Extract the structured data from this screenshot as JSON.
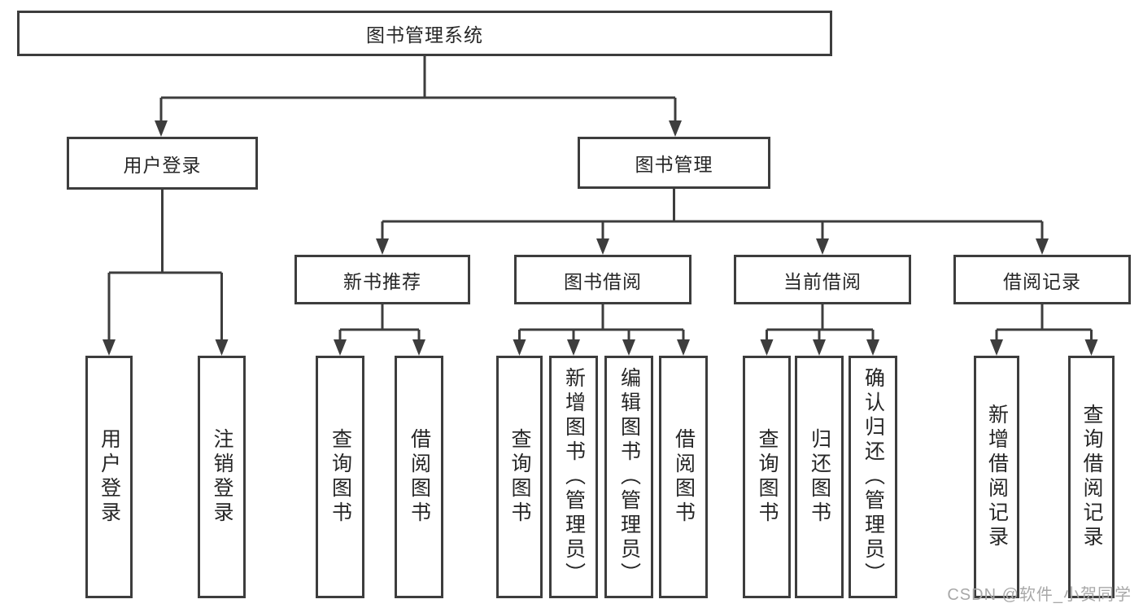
{
  "diagram": {
    "title_node": {
      "label": "图书管理系统"
    },
    "level2": [
      {
        "id": "user-login",
        "label": "用户登录"
      },
      {
        "id": "book-management",
        "label": "图书管理"
      }
    ],
    "level3": [
      {
        "id": "new-book-recommend",
        "label": "新书推荐"
      },
      {
        "id": "book-borrowing",
        "label": "图书借阅"
      },
      {
        "id": "current-borrowing",
        "label": "当前借阅"
      },
      {
        "id": "borrowing-records",
        "label": "借阅记录"
      }
    ],
    "leaves": [
      {
        "id": "user-login-action",
        "label": "用户登录",
        "parent": "user-login"
      },
      {
        "id": "logout-action",
        "label": "注销登录",
        "parent": "user-login"
      },
      {
        "id": "query-books-1",
        "label": "查询图书",
        "parent": "new-book-recommend"
      },
      {
        "id": "borrow-books-1",
        "label": "借阅图书",
        "parent": "new-book-recommend"
      },
      {
        "id": "query-books-2",
        "label": "查询图书",
        "parent": "book-borrowing"
      },
      {
        "id": "add-books-admin",
        "label": "新增图书（管理员）",
        "parent": "book-borrowing"
      },
      {
        "id": "edit-books-admin",
        "label": "编辑图书（管理员）",
        "parent": "book-borrowing"
      },
      {
        "id": "borrow-books-2",
        "label": "借阅图书",
        "parent": "book-borrowing"
      },
      {
        "id": "query-books-3",
        "label": "查询图书",
        "parent": "current-borrowing"
      },
      {
        "id": "return-books",
        "label": "归还图书",
        "parent": "current-borrowing"
      },
      {
        "id": "confirm-return-admin",
        "label": "确认归还（管理员）",
        "parent": "current-borrowing"
      },
      {
        "id": "add-borrow-record",
        "label": "新增借阅记录",
        "parent": "borrowing-records"
      },
      {
        "id": "query-borrow-record",
        "label": "查询借阅记录",
        "parent": "borrowing-records"
      }
    ]
  },
  "watermark": {
    "text": "CSDN @软件_小贺同学"
  },
  "colors": {
    "line": "#3d3d3d",
    "border": "#3d3d3d",
    "text": "#262626",
    "watermark": "#a8a8a8",
    "background": "#ffffff"
  }
}
